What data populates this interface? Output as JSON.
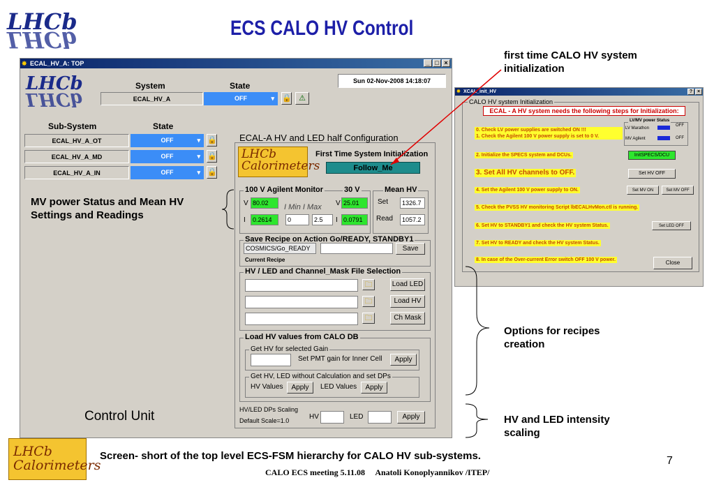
{
  "slide": {
    "title": "ECS CALO HV Control",
    "logo_text": "LHCb",
    "page_number": "7",
    "caption": "Screen- short of the top level ECS-FSM hierarchy for CALO HV sub-systems.",
    "footer": "CALO ECS meeting 5.11.08     Anatoli Konoplyannikov /ITEP/",
    "calo_logo_line1": "LHCb",
    "calo_logo_line2": "Calorimeters"
  },
  "annotations": {
    "first_time": "first time CALO HV system initialization",
    "mv_power": "MV power Status and Mean HV Settings and Readings",
    "options": "Options for recipes creation",
    "hv_led": "HV and LED intensity scaling",
    "control_unit": "Control Unit"
  },
  "main_window": {
    "title": "ECAL_HV_A: TOP",
    "btn_min": "_",
    "btn_max": "□",
    "btn_close": "×",
    "logo_text": "LHCb",
    "system_header": "System",
    "state_header": "State",
    "system_name": "ECAL_HV_A",
    "system_state": "OFF",
    "datetime": "Sun 02-Nov-2008     14:18:07",
    "subsystem_header": "Sub-System",
    "sub_state_header": "State",
    "subsystems": [
      {
        "name": "ECAL_HV_A_OT",
        "state": "OFF"
      },
      {
        "name": "ECAL_HV_A_MD",
        "state": "OFF"
      },
      {
        "name": "ECAL_HV_A_IN",
        "state": "OFF"
      }
    ],
    "config_title": "ECAL-A HV and LED half Configuration",
    "first_time_label": "First Time System Initialization",
    "follow_me": "Follow_Me",
    "agilent": {
      "title": "100 V Agilent Monitor",
      "v30_title": "30 V",
      "v_label": "V",
      "i_label": "I",
      "v_value": "80.02",
      "i_value": "0.2614",
      "min_max_label": "I Min  I Max",
      "min_value": "0",
      "max_value": "2.5",
      "v30_value": "25.01",
      "i30_value": "0.0791"
    },
    "mean_hv": {
      "title": "Mean HV",
      "set_label": "Set",
      "set_value": "1326.7",
      "read_label": "Read",
      "read_value": "1057.2"
    },
    "recipe": {
      "title": "Save Recipe on Action Go/READY, STANDBY1",
      "current_value": "COSMICS/Go_READY",
      "new_value": "",
      "save_label": "Save",
      "current_label": "Current Recipe"
    },
    "file_selection": {
      "title": "HV / LED and Channel_Mask File Selection",
      "buttons": [
        "Load LED",
        "Load HV",
        "Ch Mask"
      ]
    },
    "load_db": {
      "title": "Load HV values from CALO DB",
      "gain_group": "Get HV for selected Gain",
      "gain_label": "Set PMT gain for Inner Cell",
      "apply": "Apply",
      "nocalc_group": "Get HV, LED without Calculation and set DPs",
      "hv_values": "HV Values",
      "led_values": "LED Values"
    },
    "scaling": {
      "label": "HV/LED DPs Scaling",
      "default": "Default Scale=1.0",
      "hv": "HV",
      "led": "LED",
      "apply": "Apply"
    }
  },
  "init_window": {
    "title": "XCAL_init_HV",
    "help": "?",
    "close_x": "×",
    "group_title": "CALO HV system Initialization",
    "header": "ECAL - A HV system  needs the following steps for Initialization:",
    "lv_group": "LV/MV power Status",
    "lv_marathon": "LV Marathon",
    "mv_agilent": "MV Agilent",
    "off": "OFF",
    "steps": [
      "0. Check LV power supplies are switched ON !!!\n1. Check the Agilent 100 V power supply is set to 0 V.",
      "2. Initialize the SPECS system and DCUs.",
      "3. Set All HV channels to OFF.",
      "4. Set the Agilent 100 V power supply to ON.",
      "5. Check the PVSS HV monitoring Script lbECALHvMon.ctl is running.",
      "6. Set HV to STANDBY1 and check the HV system Status.",
      "7. Set HV to READY and check the HV system Status.",
      "8. In case of the Over-current Error switch OFF 100 V power."
    ],
    "init_specs": "InitSPECS/DCU",
    "set_hv_off": "Set HV OFF",
    "set_mv_on": "Set MV ON",
    "set_mv_off": "Set MV OFF",
    "set_led_off": "Set LED OFF",
    "close": "Close"
  },
  "colors": {
    "state_blue": "#3b8df7",
    "green": "#2ee62e",
    "title_blue": "#1d1fa8",
    "follow_me": "#1e8c8c"
  }
}
